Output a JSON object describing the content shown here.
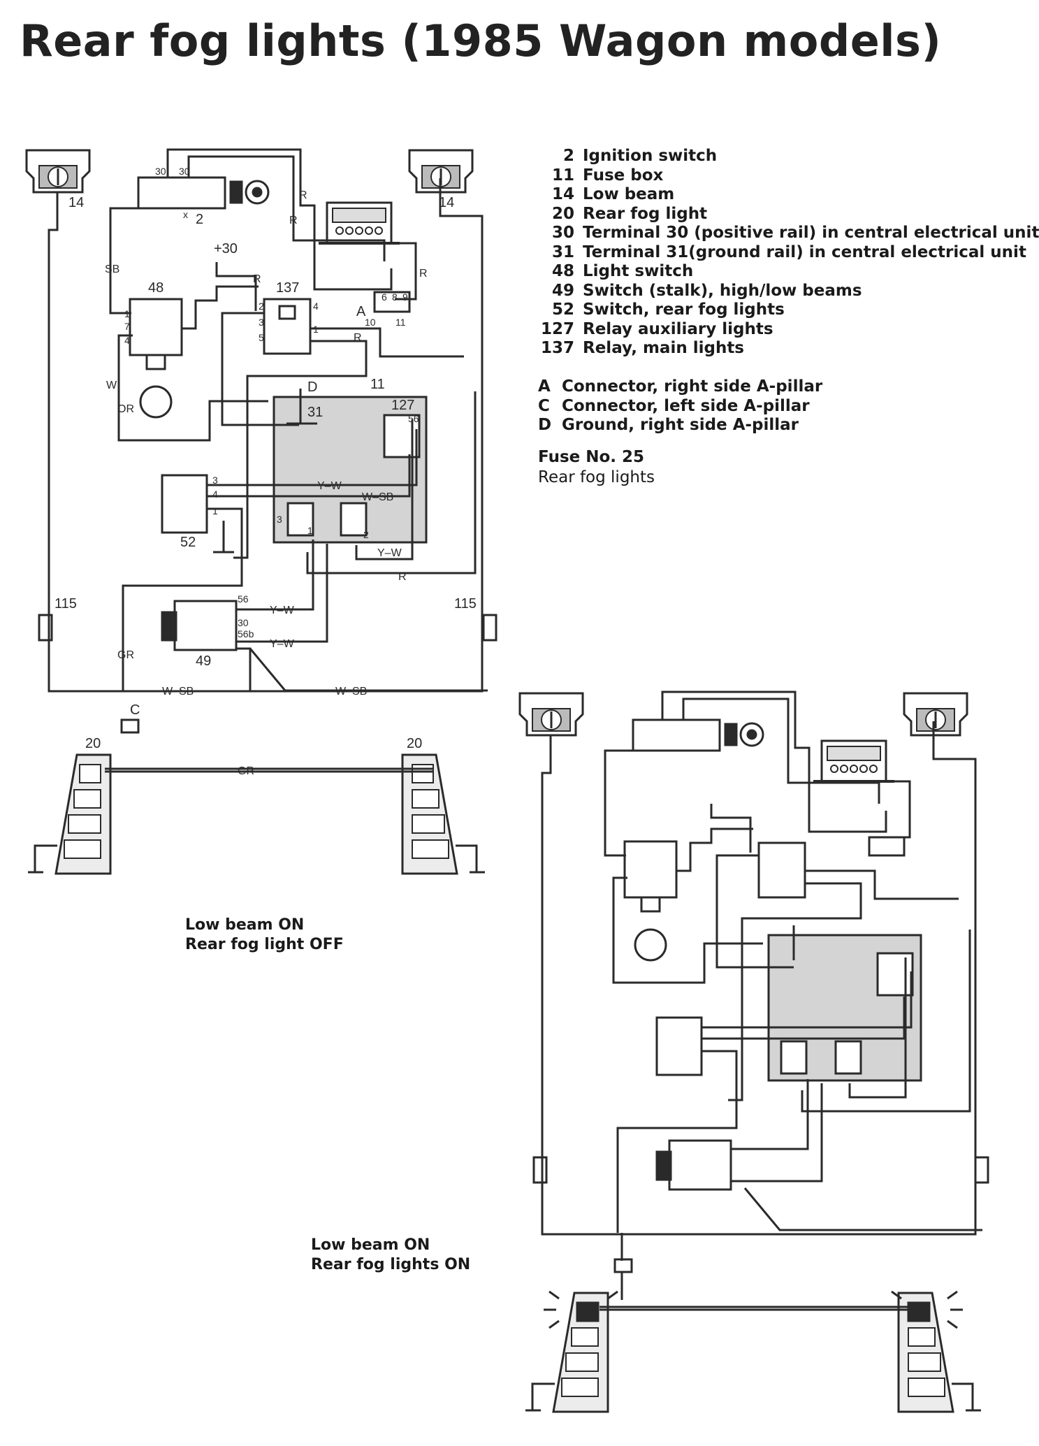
{
  "title": "Rear fog lights (1985 Wagon models)",
  "components": [
    {
      "num": "2",
      "label": "Ignition switch"
    },
    {
      "num": "11",
      "label": "Fuse box"
    },
    {
      "num": "14",
      "label": "Low beam"
    },
    {
      "num": "20",
      "label": "Rear fog light"
    },
    {
      "num": "30",
      "label": "Terminal 30 (positive rail) in central electrical unit"
    },
    {
      "num": "31",
      "label": "Terminal 31(ground rail) in central electrical unit"
    },
    {
      "num": "48",
      "label": "Light switch"
    },
    {
      "num": "49",
      "label": "Switch (stalk), high/low beams"
    },
    {
      "num": "52",
      "label": "Switch, rear fog lights"
    },
    {
      "num": "127",
      "label": "Relay auxiliary lights"
    },
    {
      "num": "137",
      "label": "Relay, main lights"
    }
  ],
  "connectors": [
    {
      "letter": "A",
      "label": "Connector, right side A-pillar"
    },
    {
      "letter": "C",
      "label": "Connector, left side A-pillar"
    },
    {
      "letter": "D",
      "label": "Ground, right side A-pillar"
    }
  ],
  "fuse": {
    "heading": "Fuse No. 25",
    "label": "Rear fog lights"
  },
  "captions": {
    "diagram1_line1": "Low beam ON",
    "diagram1_line2": "Rear fog light OFF",
    "diagram2_line1": "Low beam ON",
    "diagram2_line2": "Rear fog lights ON"
  },
  "diagram_labels": {
    "c14_left": "14",
    "c14_right": "14",
    "c2": "2",
    "c48": "48",
    "c137": "137",
    "c11": "11",
    "c31": "31",
    "c127": "127",
    "c52": "52",
    "c49": "49",
    "c20_left": "20",
    "c20_right": "20",
    "c115_left": "115",
    "c115_right": "115",
    "plus30": "+30",
    "A": "A",
    "C": "C",
    "D": "D",
    "x": "x",
    "t30a": "30",
    "t30b": "30",
    "pin2": "2",
    "pin3": "3",
    "pin4": "4",
    "pin5": "5",
    "pin1": "1",
    "pin6": "6",
    "pin8": "8",
    "pin9": "9",
    "pin10": "10",
    "pin11": "11",
    "sw48_1": "1",
    "sw48_7": "7",
    "sw48_4": "4",
    "sw52_3": "3",
    "sw52_4": "4",
    "sw52_1": "1",
    "fb3": "3",
    "fb1": "1",
    "fb2": "2",
    "fb56": "56",
    "sw49_56": "56",
    "sw49_30": "30",
    "sw49_56b": "56b",
    "w_SB": "SB",
    "w_R1": "R",
    "w_R2": "R",
    "w_R3": "R",
    "w_R4": "R",
    "w_R5": "R",
    "w_R6": "R",
    "w_W": "W",
    "w_OR": "OR",
    "w_GR1": "GR",
    "w_GR2": "GR",
    "w_YW1": "Y–W",
    "w_WSB1": "W–SB",
    "w_YW2": "Y–W",
    "w_YW3": "Y–W",
    "w_YW4": "Y–W",
    "w_WSB2": "W–SB",
    "w_WSB3": "W–SB"
  },
  "colors": {
    "ink": "#2a2a2a",
    "shade": "#d4d4d4",
    "paper": "#ffffff"
  }
}
